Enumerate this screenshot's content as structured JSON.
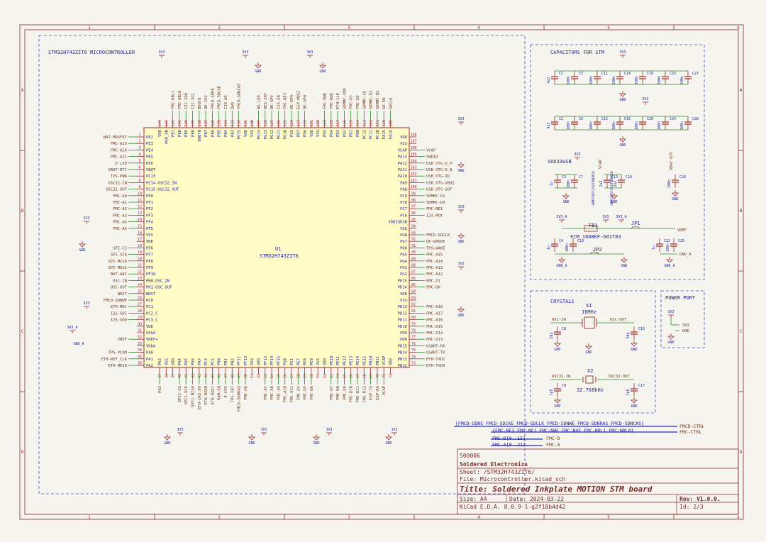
{
  "colors": {
    "frame": "#8b2a2a",
    "wire": "#2a8a2a",
    "label": "#6b3a1a",
    "dash": "#4848c8",
    "part": "#9b2a2a",
    "fill": "#fffcc6",
    "blue_text": "#1e1e9e",
    "paper": "#f5f4ef"
  },
  "frame": {
    "cols": [
      "1",
      "2",
      "3",
      "4",
      "5",
      "6"
    ],
    "rows": [
      "A",
      "B",
      "C",
      "D"
    ]
  },
  "sections": {
    "mcu": "STM32H743ZIT6 MICROCONTROLLER",
    "caps": "CAPACITORS FOR STM",
    "crystals": "CRYSTALS",
    "power": "POWER PORT"
  },
  "u1": {
    "ref": "U1",
    "value": "STM32H743ZIT6"
  },
  "pins_left": [
    [
      "1",
      "PE2",
      "BAT-MOSFET"
    ],
    [
      "2",
      "PE3",
      "FMC-A19"
    ],
    [
      "3",
      "PE4",
      "FMC-A20"
    ],
    [
      "4",
      "PE5",
      "FMC-A21"
    ],
    [
      "5",
      "PE6",
      "E-LED"
    ],
    [
      "6",
      "VBAT",
      "VBAT-RTC"
    ],
    [
      "7",
      "PC13",
      "TPS-PWR"
    ],
    [
      "8",
      "PC14-OSC32_IN",
      "OSC32-IN"
    ],
    [
      "9",
      "PC15-OSC32_OUT",
      "OSC32-OUT"
    ],
    [
      "10",
      "PF0",
      "FMC-A0"
    ],
    [
      "11",
      "PF1",
      "FMC-A1"
    ],
    [
      "12",
      "PF2",
      "FMC-A2"
    ],
    [
      "13",
      "PF3",
      "FMC-A3"
    ],
    [
      "14",
      "PF4",
      "FMC-A4"
    ],
    [
      "15",
      "PF5",
      "FMC-A5"
    ],
    [
      "16",
      "VSS",
      ""
    ],
    [
      "17",
      "VDD",
      ""
    ],
    [
      "18",
      "PF6",
      "SPI-CS"
    ],
    [
      "19",
      "PF7",
      "SPI-SCK"
    ],
    [
      "20",
      "PF8",
      "SPI-MISO"
    ],
    [
      "21",
      "PF9",
      "SPI-MOSI"
    ],
    [
      "22",
      "PF10",
      "BAT-ADC"
    ],
    [
      "23",
      "PH0-OSC_IN",
      "OSC-IN"
    ],
    [
      "24",
      "PH1-OSC_OUT",
      "OSC-OUT"
    ],
    [
      "25",
      "NRST",
      "NRST"
    ],
    [
      "26",
      "PC0",
      "FMCD-SDNWE"
    ],
    [
      "27",
      "PC1",
      "ETH-MDC"
    ],
    [
      "28",
      "PC2_C",
      "I2S-SDI"
    ],
    [
      "29",
      "PC3_C",
      "I2S-SDO"
    ],
    [
      "30",
      "VDD",
      ""
    ],
    [
      "31",
      "VSSA",
      ""
    ],
    [
      "32",
      "VREF+",
      "VREF"
    ],
    [
      "33",
      "VDDA",
      ""
    ],
    [
      "34",
      "PA0",
      "TPS-VCOM"
    ],
    [
      "35",
      "PA1",
      "ETH-REF_CLK"
    ],
    [
      "36",
      "PA2",
      "ETH-MDIO"
    ]
  ],
  "pins_right": [
    [
      "108",
      "VDD",
      ""
    ],
    [
      "107",
      "VSS",
      ""
    ],
    [
      "106",
      "VCAP",
      "VCAP"
    ],
    [
      "105",
      "PA13",
      "SWDIO"
    ],
    [
      "104",
      "PA12",
      "USB OTG-D_P"
    ],
    [
      "103",
      "PA11",
      "USB OTG-D_N"
    ],
    [
      "102",
      "PA10",
      "USB OTG-ID"
    ],
    [
      "101",
      "PA9",
      "USB OTG-VBUS"
    ],
    [
      "100",
      "PA8",
      "USB OTG-SOF"
    ],
    [
      "99",
      "PC9",
      "SDMMC-D1"
    ],
    [
      "98",
      "PC8",
      "SDMMC-D0"
    ],
    [
      "97",
      "PC7",
      "FMC-NE1"
    ],
    [
      "96",
      "PC6",
      "I2S-MCK"
    ],
    [
      "95",
      "VDD33USB",
      ""
    ],
    [
      "94",
      "VSS",
      ""
    ],
    [
      "93",
      "PG8",
      "FMCD-SDCLK"
    ],
    [
      "92",
      "PG7",
      "OE-GMODE"
    ],
    [
      "91",
      "PG6",
      "TPS-WAKE"
    ],
    [
      "90",
      "PG5",
      "FMC-A15"
    ],
    [
      "89",
      "PG4",
      "FMC-A14"
    ],
    [
      "88",
      "PG3",
      "FMC-A13"
    ],
    [
      "87",
      "PG2",
      "FMC-A12"
    ],
    [
      "86",
      "PD15",
      "FMC-D1"
    ],
    [
      "85",
      "PD14",
      "FMC-D0"
    ],
    [
      "84",
      "VDD",
      ""
    ],
    [
      "83",
      "VSS",
      ""
    ],
    [
      "82",
      "PD13",
      "FMC-A18"
    ],
    [
      "81",
      "PD12",
      "FMC-A17"
    ],
    [
      "80",
      "PD11",
      "FMC-A16"
    ],
    [
      "79",
      "PD10",
      "FMC-D15"
    ],
    [
      "78",
      "PD9",
      "FMC-D14"
    ],
    [
      "77",
      "PD8",
      "FMC-D13"
    ],
    [
      "76",
      "PB15",
      "USART-RX"
    ],
    [
      "75",
      "PB14",
      "USART-TX"
    ],
    [
      "74",
      "PB13",
      "ETH-TXD1"
    ],
    [
      "73",
      "PB12",
      "ETH-TXD0"
    ]
  ],
  "pins_top": [
    [
      "144",
      "VDD",
      ""
    ],
    [
      "143",
      "PDR_ON",
      ""
    ],
    [
      "142",
      "PE1",
      "FMC-NBL1"
    ],
    [
      "141",
      "PE0",
      "FMC-NBL0"
    ],
    [
      "140",
      "PB9",
      "I2C-SDA"
    ],
    [
      "139",
      "PB8",
      "I2C-SCL"
    ],
    [
      "138",
      "BOOT0",
      "BOOT0"
    ],
    [
      "137",
      "PB7",
      "OE-CKV"
    ],
    [
      "136",
      "PB6",
      "FMCD-SDNE"
    ],
    [
      "135",
      "PB5",
      "FMCD-SDCKE"
    ],
    [
      "134",
      "PB4",
      "I2S-WS"
    ],
    [
      "133",
      "PB3",
      "SWO"
    ],
    [
      "132",
      "PG15",
      "FMCD-SDNCAS"
    ],
    [
      "131",
      "VDD",
      ""
    ],
    [
      "130",
      "VSS",
      ""
    ],
    [
      "129",
      "PG14",
      "WS-LED"
    ],
    [
      "128",
      "PG13",
      "OES-INT"
    ],
    [
      "127",
      "PG12",
      "OE-SPV"
    ],
    [
      "126",
      "PG11",
      "I2S-EN"
    ],
    [
      "125",
      "PG10",
      "FMC-NE3"
    ],
    [
      "124",
      "PG9",
      "OE-SPH"
    ],
    [
      "123",
      "PD7",
      "ESP-MOSI"
    ],
    [
      "122",
      "PD6",
      "OE-SPH"
    ],
    [
      "121",
      "VDD",
      ""
    ],
    [
      "120",
      "VSS",
      ""
    ],
    [
      "119",
      "PD5",
      "FMC-NWE"
    ],
    [
      "118",
      "PD4",
      "FMC-NOE"
    ],
    [
      "117",
      "PD3",
      "ETH-CLK"
    ],
    [
      "116",
      "PD2",
      "SDMMC-CMD"
    ],
    [
      "115",
      "PD1",
      "FMC-D3"
    ],
    [
      "114",
      "PD0",
      "FMC-D2"
    ],
    [
      "113",
      "PC12",
      "SDMMC-CK"
    ],
    [
      "112",
      "PC11",
      "SDMMC-D3"
    ],
    [
      "111",
      "PC10",
      "SDMMC-D2"
    ],
    [
      "110",
      "PA15",
      "SD-EN"
    ],
    [
      "109",
      "PA14",
      "SWCLK"
    ]
  ],
  "pins_bottom": [
    [
      "37",
      "PA3",
      "PA3"
    ],
    [
      "38",
      "VSS",
      ""
    ],
    [
      "39",
      "VDD",
      ""
    ],
    [
      "40",
      "PA4",
      "SPI1-CS"
    ],
    [
      "41",
      "PA5",
      "SPI1-SCK"
    ],
    [
      "42",
      "PA6",
      "SPI1-MISO"
    ],
    [
      "43",
      "PA7",
      "ETH-CRS_DV"
    ],
    [
      "44",
      "PC4",
      "ETH-RXD0"
    ],
    [
      "45",
      "PC5",
      "ETH-RXD1"
    ],
    [
      "46",
      "PB0",
      "RAM-EN"
    ],
    [
      "47",
      "PB1",
      "E-CKV"
    ],
    [
      "48",
      "PB2",
      "TPS-INT"
    ],
    [
      "49",
      "PF11",
      "FMCD-SDNRAS"
    ],
    [
      "50",
      "PF12",
      "FMC-A6"
    ],
    [
      "51",
      "VSS",
      ""
    ],
    [
      "52",
      "VDD",
      ""
    ],
    [
      "53",
      "PF13",
      "FMC-A7"
    ],
    [
      "54",
      "PF14",
      "FMC-A8"
    ],
    [
      "55",
      "PF15",
      "FMC-A9"
    ],
    [
      "56",
      "PG0",
      "FMC-A10"
    ],
    [
      "57",
      "PG1",
      "FMC-A11"
    ],
    [
      "58",
      "PE7",
      "FMC-D4"
    ],
    [
      "59",
      "PE8",
      "FMC-D5"
    ],
    [
      "60",
      "PE9",
      "FMC-D6"
    ],
    [
      "61",
      "VSS",
      ""
    ],
    [
      "62",
      "VDD",
      ""
    ],
    [
      "63",
      "PE10",
      "FMC-D7"
    ],
    [
      "64",
      "PE11",
      "FMC-D8"
    ],
    [
      "65",
      "PE12",
      "FMC-D9"
    ],
    [
      "66",
      "PE13",
      "FMC-D10"
    ],
    [
      "67",
      "PE14",
      "FMC-D11"
    ],
    [
      "68",
      "PE15",
      "FMC-D12"
    ],
    [
      "69",
      "PB10",
      "ESP-TX"
    ],
    [
      "70",
      "PB11",
      "ESP-RX"
    ],
    [
      "71",
      "VCAP",
      "VCAP"
    ],
    [
      "72",
      "VDD",
      ""
    ]
  ],
  "caps_row1": [
    [
      "C1",
      "4u7"
    ],
    [
      "C5",
      "100n"
    ],
    [
      "C11",
      "100n"
    ],
    [
      "C14",
      "100n"
    ],
    [
      "C19",
      "100n"
    ],
    [
      "C23",
      "100n"
    ],
    [
      "C27",
      "100n"
    ]
  ],
  "caps_row2": [
    [
      "C2",
      "4u7"
    ],
    [
      "C6",
      "100n"
    ],
    [
      "C12",
      "100n"
    ],
    [
      "C15",
      "100n"
    ],
    [
      "C20",
      "100n"
    ],
    [
      "C24",
      "100n"
    ],
    [
      "C28",
      "100n"
    ]
  ],
  "caps_row3": [
    [
      "C3",
      "1u"
    ],
    [
      "C7",
      "100n"
    ],
    [
      "C13",
      "2u2"
    ],
    [
      "C18",
      "2u2"
    ]
  ],
  "cap_row3_values": [
    "GRM155R71A225KE01D",
    "GRM155R71A225KE01D"
  ],
  "c26": [
    "C26",
    "100n"
  ],
  "analog": {
    "fb1": "FB1",
    "fb1_value": "FCM 1608KF-601T03",
    "jp1": "JP1",
    "jp2": "JP2",
    "c4": [
      "C4",
      "1u"
    ],
    "c10": [
      "C10",
      "100n"
    ],
    "c22": [
      "C22",
      "1u"
    ],
    "c25": [
      "C25",
      "100n"
    ]
  },
  "crystal1": {
    "ref": "X1",
    "value": "16MHz",
    "c8": [
      "C8",
      "20p"
    ],
    "c16": [
      "C16",
      "20p"
    ]
  },
  "crystal2": {
    "ref": "X2",
    "value": "32.768kHz",
    "c9": [
      "C9",
      "7p5"
    ],
    "c17": [
      "C17",
      "7p5"
    ]
  },
  "power_labels": {
    "v33": "3V3",
    "v33a": "3V3_A",
    "gnd": "GND",
    "gnda": "GND_A",
    "vdd33usb": "VDD33USB",
    "vbat": "VBAT-RTC",
    "vcap": "VCAP",
    "vref": "VREF",
    "gnd_a": "GND_A"
  },
  "power_port": [
    "3V3",
    "GND"
  ],
  "buses": {
    "ctrl_list": "{FMCD-SDNE FMCD-SDCKE FMCD-SDCLK FMCD-SDNWE FMCD-SDNRAS FMCD-SDNCAS}",
    "ctrl_list2": "{FMC-NE3 FMC-NE1 FMC-NWE FMC-NOE FMC-NBL1 FMC-NBL0}",
    "fmcd_ctrl": "FMCD-CTRL",
    "fmc_ctrl": "FMC-CTRL",
    "d_bus": "FMC-D[0..15]",
    "d_label": "FMC-D",
    "a_bus": "FMC-A[0..21]",
    "a_label": "FMC-A"
  },
  "title_block": {
    "id": "500006",
    "company": "Soldered Electronics",
    "sheet": "Sheet: /STM32H743ZIT6/",
    "file": "File: Microcontroller.kicad_sch",
    "title": "Title: Soldered Inkplate MOTION STM board",
    "size": "Size: A4",
    "date": "Date: 2024-03-22",
    "rev": "Rev: V1.0.0.",
    "tool": "KiCad E.D.A. 8.0.9-1-g2f18b4d42",
    "id_label": "Id: 2/3"
  }
}
